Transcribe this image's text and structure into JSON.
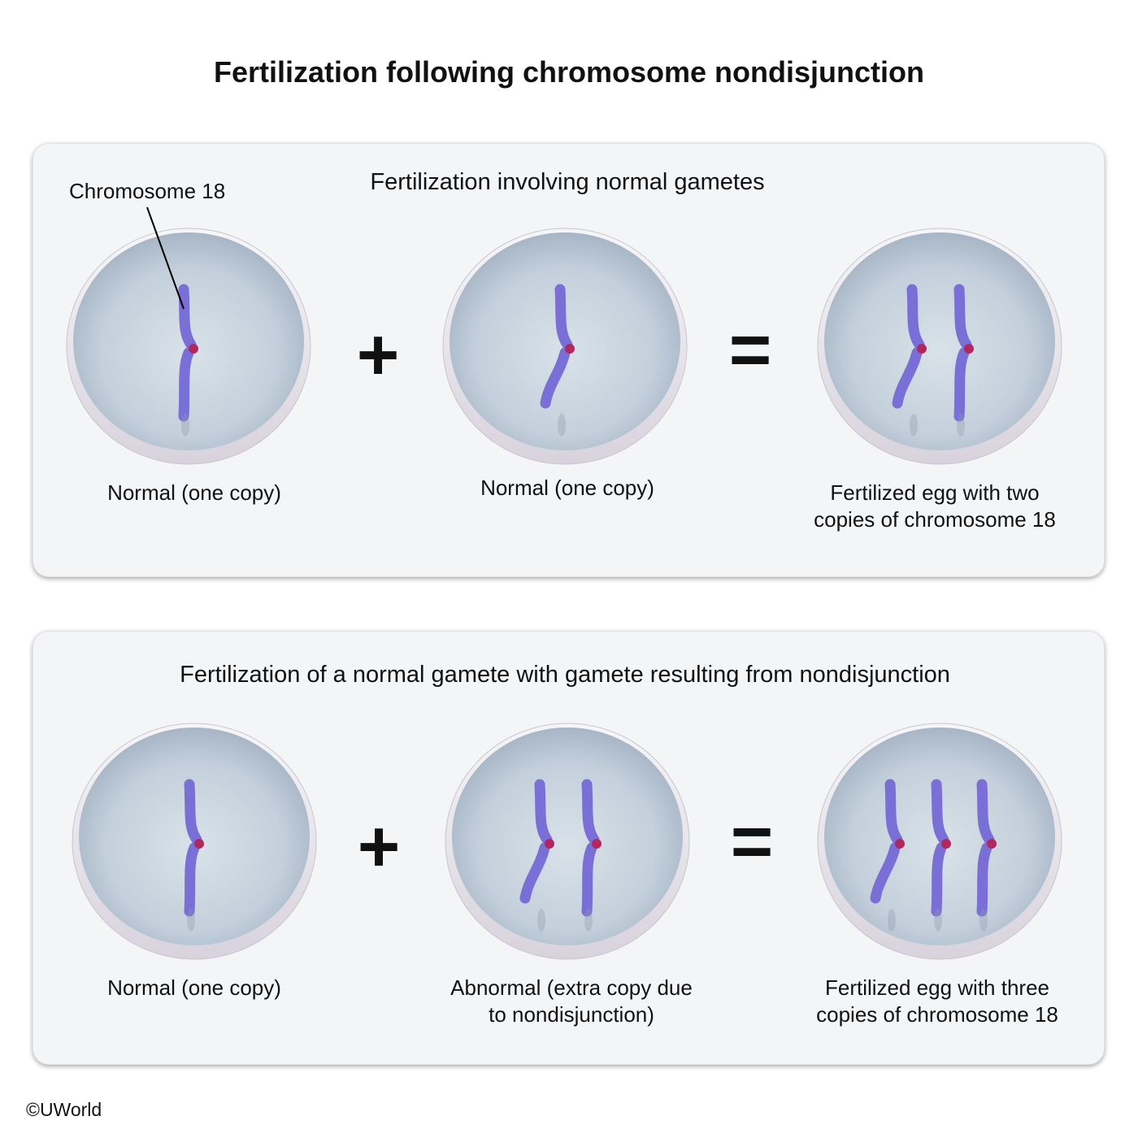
{
  "title": "Fertilization following chromosome nondisjunction",
  "panels": [
    {
      "title": "Fertilization involving normal gametes",
      "annotation": "Chromosome 18",
      "operators": {
        "plus": "+",
        "equals": "="
      },
      "cells": [
        {
          "label": [
            "Normal (one copy)"
          ],
          "copies": 1
        },
        {
          "label": [
            "Normal (one copy)"
          ],
          "copies": 1
        },
        {
          "label": [
            "Fertilized egg with two",
            "copies of chromosome 18"
          ],
          "copies": 2
        }
      ]
    },
    {
      "title": "Fertilization of a normal gamete with gamete resulting from nondisjunction",
      "operators": {
        "plus": "+",
        "equals": "="
      },
      "cells": [
        {
          "label": [
            "Normal (one copy)"
          ],
          "copies": 1
        },
        {
          "label": [
            "Abnormal (extra copy due",
            "to nondisjunction)"
          ],
          "copies": 2
        },
        {
          "label": [
            "Fertilized egg with three",
            "copies of chromosome 18"
          ],
          "copies": 3
        }
      ]
    }
  ],
  "copyright": "©UWorld",
  "colors": {
    "chromosome": "#7a6fd6",
    "centromere": "#b0285e",
    "cell_inner": "#c3cfdb",
    "panel": "#f4f5f7"
  }
}
